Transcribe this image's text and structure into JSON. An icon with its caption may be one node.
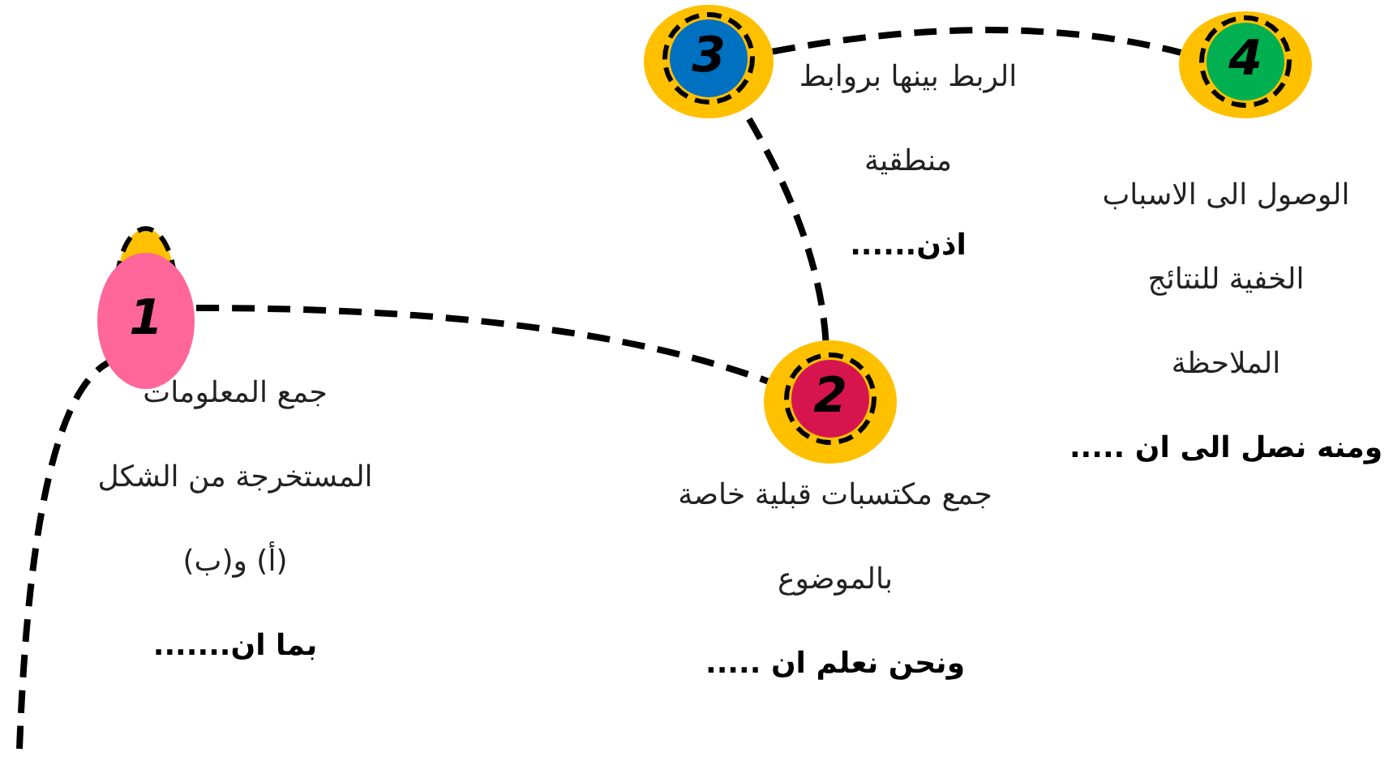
{
  "diagram": {
    "nodes": [
      {
        "text": [
          "1"
        ],
        "beside": [
          "جمع المعلومات المستخرجة من الشكل (أ) و(ب)",
          "بما ان......."
        ]
      },
      {
        "text": [
          "2"
        ],
        "beside": [
          "جمع مكتسبات قبلية خاصة بالموضوع",
          "ونحن نعلم ان ....."
        ]
      },
      {
        "text": [
          "3"
        ],
        "beside": [
          "الربط بينها بروابط منطقية",
          "اذن......"
        ]
      },
      {
        "text": [
          "4"
        ],
        "beside": [
          "الوصول الى الاسباب الخفية للنتائج الملاحظة",
          "ومنه نصل الى ان ....."
        ]
      }
    ],
    "edges": [
      {
        "from": null,
        "to": 0,
        "arrow": "none",
        "style": "dashed"
      },
      {
        "from": 0,
        "to": 1,
        "arrow": "none",
        "style": "dashed"
      },
      {
        "from": 1,
        "to": 2,
        "arrow": "none",
        "style": "dashed"
      },
      {
        "from": 2,
        "to": 3,
        "arrow": "none",
        "style": "dashed"
      }
    ]
  }
}
